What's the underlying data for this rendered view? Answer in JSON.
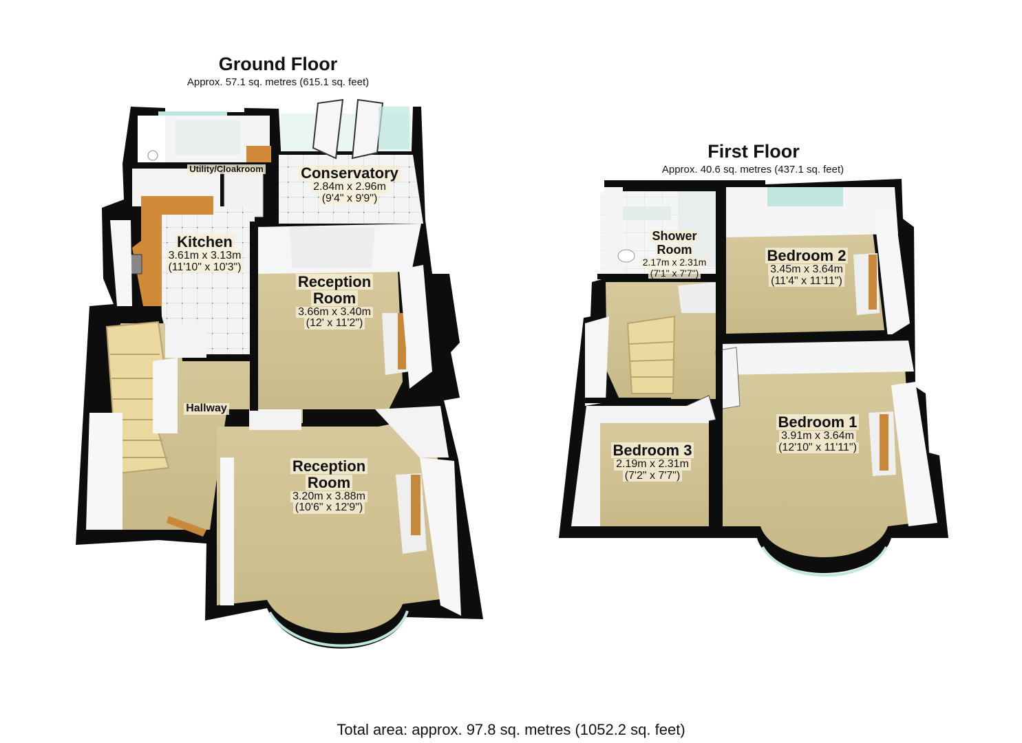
{
  "ground_floor": {
    "title": "Ground Floor",
    "area": "Approx. 57.1 sq. metres (615.1 sq. feet)",
    "rooms": {
      "utility": {
        "name": "Utility/Cloakroom"
      },
      "conservatory": {
        "name": "Conservatory",
        "metric": "2.84m x 2.96m",
        "imperial": "(9'4\" x 9'9\")"
      },
      "kitchen": {
        "name": "Kitchen",
        "metric": "3.61m x 3.13m",
        "imperial": "(11'10\" x 10'3\")"
      },
      "reception1": {
        "name1": "Reception",
        "name2": "Room",
        "metric": "3.66m x 3.40m",
        "imperial": "(12' x 11'2\")"
      },
      "hallway": {
        "name": "Hallway"
      },
      "reception2": {
        "name1": "Reception",
        "name2": "Room",
        "metric": "3.20m x 3.88m",
        "imperial": "(10'6\" x 12'9\")"
      }
    }
  },
  "first_floor": {
    "title": "First Floor",
    "area": "Approx. 40.6 sq. metres (437.1 sq. feet)",
    "rooms": {
      "shower": {
        "name1": "Shower",
        "name2": "Room",
        "metric": "2.17m x 2.31m",
        "imperial": "(7'1\" x 7'7\")"
      },
      "bedroom2": {
        "name": "Bedroom 2",
        "metric": "3.45m x 3.64m",
        "imperial": "(11'4\" x 11'11\")"
      },
      "bedroom3": {
        "name": "Bedroom 3",
        "metric": "2.19m x 2.31m",
        "imperial": "(7'2\" x 7'7\")"
      },
      "bedroom1": {
        "name": "Bedroom 1",
        "metric": "3.91m x 3.64m",
        "imperial": "(12'10\" x 11'11\")"
      }
    }
  },
  "total_area": "Total area: approx. 97.8 sq. metres (1052.2 sq. feet)",
  "colors": {
    "wall": "#0d0d0d",
    "wall_face": "#f4f4f4",
    "carpet": "#cdbf92",
    "tile": "#e8ecec",
    "worktop": "#d08a38",
    "window_glass": "#bfe6df"
  }
}
